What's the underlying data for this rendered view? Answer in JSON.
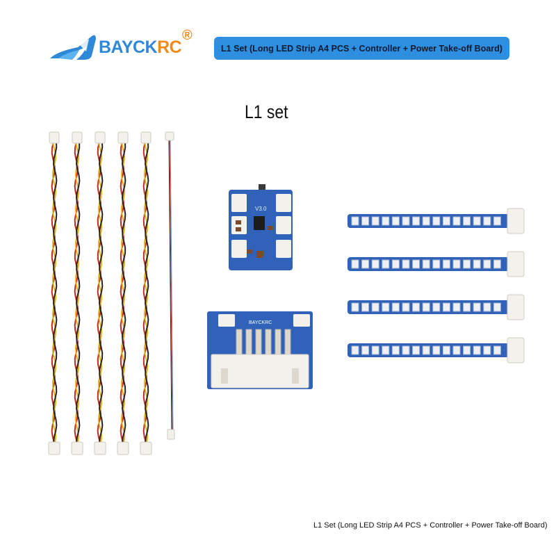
{
  "brand": {
    "name": "BAYCKRC",
    "logo_text_prefix": "BAYCK",
    "logo_text_suffix": "RC",
    "registered_mark": "®",
    "color_blue": "#2f88d8",
    "color_orange": "#f08a1d"
  },
  "banner": {
    "text": "L1 Set (Long LED Strip A4 PCS + Controller + Power Take-off Board)",
    "background": "#2e8fe0"
  },
  "product": {
    "set_title": "L1 set",
    "board_silkscreen": "BAYCKRC",
    "controller_version": "V3.0"
  },
  "footer": {
    "caption": "L1 Set (Long LED Strip A4 PCS + Controller + Power Take-off Board)"
  },
  "components": {
    "three_wire_cables": 5,
    "thin_cable": 1,
    "led_strips": 4,
    "leds_per_strip": 15
  },
  "colors": {
    "pcb_blue": "#2f62b8",
    "wire_red": "#c42a1c",
    "wire_yellow": "#e3b21d",
    "wire_black": "#2a2220",
    "connector_white": "#f3f1ec"
  }
}
